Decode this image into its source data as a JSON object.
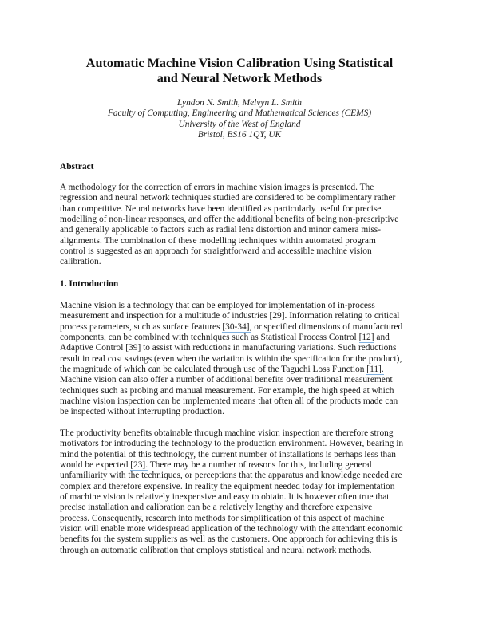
{
  "paper": {
    "title_lines": [
      "Automatic Machine Vision Calibration Using Statistical",
      "and Neural Network Methods"
    ],
    "authors": "Lyndon N. Smith, Melvyn L. Smith",
    "affiliation_lines": [
      "Faculty of Computing, Engineering and Mathematical Sciences (CEMS)",
      "University of the West of England",
      "Bristol, BS16 1QY, UK"
    ],
    "abstract": {
      "heading": "Abstract",
      "lines": [
        "A methodology for the correction of errors in machine vision images is presented. The",
        "regression and neural network techniques studied are considered to be complimentary rather",
        "than competitive. Neural networks have been identified as particularly useful for precise",
        "modelling of non-linear responses, and offer the additional benefits of being non-prescriptive",
        "and generally applicable to factors such as radial lens distortion and minor camera miss-",
        "alignments. The combination of these modelling techniques within automated program",
        "control is suggested as an approach for straightforward and accessible machine vision",
        "calibration."
      ]
    },
    "introduction": {
      "heading": "1. Introduction",
      "para1": {
        "l1": "Machine vision is a technology that can be employed for implementation of in-process",
        "l2": "measurement and inspection for a multitude of industries [29]. Information relating to critical",
        "l3_pre": "process parameters, such as surface features ",
        "l3_cite": "[30-34],",
        "l3_post": " or specified dimensions of manufactured",
        "l4_pre": "components, can be combined with techniques such as Statistical Process Control ",
        "l4_cite": "[12]",
        "l4_post": " and",
        "l5_pre": "Adaptive Control ",
        "l5_cite": "[39]",
        "l5_post": " to assist with reductions in manufacturing variations. Such reductions",
        "l6": "result in real cost savings (even when the variation is within the specification for the product),",
        "l7_pre": "the magnitude of which can be calculated through use of the Taguchi Loss Function ",
        "l7_cite": "[11].",
        "l8": "Machine vision can also offer a number of additional benefits over traditional measurement",
        "l9": "techniques such as probing and manual measurement. For example, the high speed at which",
        "l10": "machine vision inspection can be implemented means that often all of the products made can",
        "l11": "be inspected without interrupting production."
      },
      "para2": {
        "l1": "The productivity benefits obtainable through machine vision inspection are therefore strong",
        "l2": "motivators for introducing the technology to the production environment. However, bearing in",
        "l3": "mind the potential of this technology, the current number of installations is perhaps less than",
        "l4_pre": "would be expected ",
        "l4_cite": "[23].",
        "l4_post": " There may be a number of reasons for this, including general",
        "l5": "unfamiliarity with the techniques, or perceptions that the apparatus and knowledge needed are",
        "l6": "complex and therefore expensive. In reality the equipment needed today for implementation",
        "l7": "of machine vision is relatively inexpensive and easy to obtain. It is however often true that",
        "l8": "precise installation and calibration can be a relatively lengthy and therefore expensive",
        "l9": "process. Consequently, research into methods for simplification of this aspect of machine",
        "l10": "vision will enable more widespread application of the technology with the attendant economic",
        "l11": "benefits for the system suppliers as well as the customers. One approach for achieving this is",
        "l12": "through an automatic calibration that employs statistical and neural network methods."
      }
    },
    "colors": {
      "citation_underline": "#7fb0e0",
      "text": "#1a1a1a",
      "background": "#ffffff"
    }
  }
}
